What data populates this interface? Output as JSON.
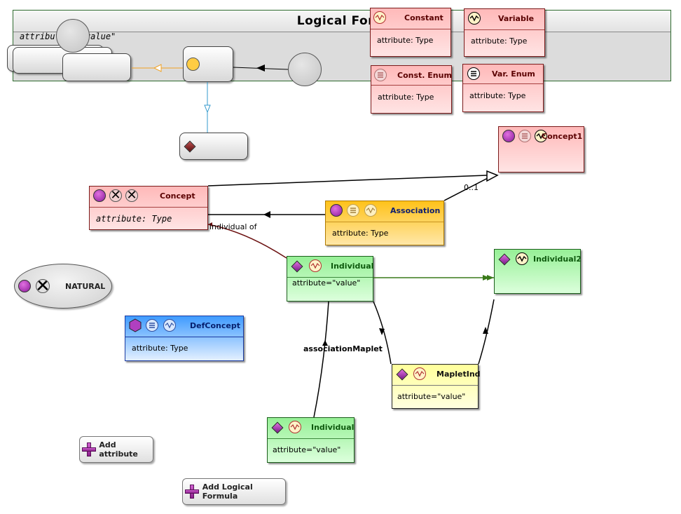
{
  "logical_formula": {
    "title": "Logical Form",
    "attribute": "attribute = \"value\""
  },
  "palette": {
    "constant": {
      "title": "Constant",
      "attribute": "attribute: Type",
      "icon": "wave-icon"
    },
    "variable": {
      "title": "Variable",
      "attribute": "attribute: Type",
      "icon": "wave-icon"
    },
    "const_enum": {
      "title": "Const. Enum",
      "attribute": "attribute: Type",
      "icon": "list-icon"
    },
    "var_enum": {
      "title": "Var. Enum",
      "attribute": "attribute: Type",
      "icon": "list-icon"
    }
  },
  "nodes": {
    "concept1": {
      "title": "Concept1"
    },
    "concept": {
      "title": "Concept",
      "attribute": "attribute: Type"
    },
    "association": {
      "title": "Association",
      "attribute": "attribute: Type"
    },
    "individual": {
      "title": "Individual",
      "attribute": "attribute=\"value\""
    },
    "individual2": {
      "title": "Individual2"
    },
    "natural": {
      "title": "NATURAL"
    },
    "defconcept": {
      "title": "DefConcept",
      "attribute": "attribute: Type"
    },
    "mapletind": {
      "title": "MapletInd",
      "attribute": "attribute=\"value\""
    },
    "individual_bottom": {
      "title": "Individual",
      "attribute": "attribute=\"value\""
    }
  },
  "links": {
    "individual_of": "individual of",
    "multiplicity": "0..1",
    "association_maplet": "associationMaplet"
  },
  "buttons": {
    "add_attribute": "Add attribute",
    "add_logical_formula": "Add Logical Formula"
  },
  "colors": {
    "constant_red": "#ffb9b9",
    "association_orange": "#ffc21a",
    "individual_green": "#96f096",
    "maplet_yellow": "#ffff9a",
    "defconcept_blue": "#3f9bff",
    "link_dark_red": "#6b1010",
    "link_green": "#3a7a1a",
    "link_orange": "#f0a020",
    "link_cyan": "#3399cc"
  }
}
